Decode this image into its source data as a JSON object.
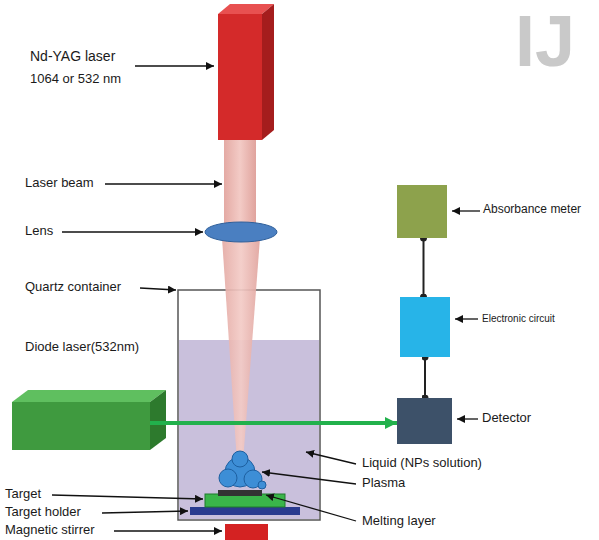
{
  "diagram": {
    "nodes": [
      {
        "text": [
          "Absorbance meter"
        ]
      },
      {
        "text": [
          "Electronic circuit"
        ]
      },
      {
        "text": [
          "Diode laser(532nm)"
        ]
      },
      {
        "text": [
          "Detector"
        ]
      }
    ],
    "edges": [
      {
        "from": 0,
        "to": 1,
        "arrow": "none"
      },
      {
        "from": 1,
        "to": 3,
        "arrow": "none"
      },
      {
        "from": 2,
        "to": 3,
        "arrow": "to"
      }
    ],
    "labels": [
      "Nd-YAG laser",
      "1064 or 532 nm",
      "Laser beam",
      "Lens",
      "Quartz container",
      "Liquid (NPs solution)",
      "Plasma",
      "Target",
      "Target holder",
      "Melting layer",
      "Magnetic stirrer",
      "IJ"
    ]
  }
}
